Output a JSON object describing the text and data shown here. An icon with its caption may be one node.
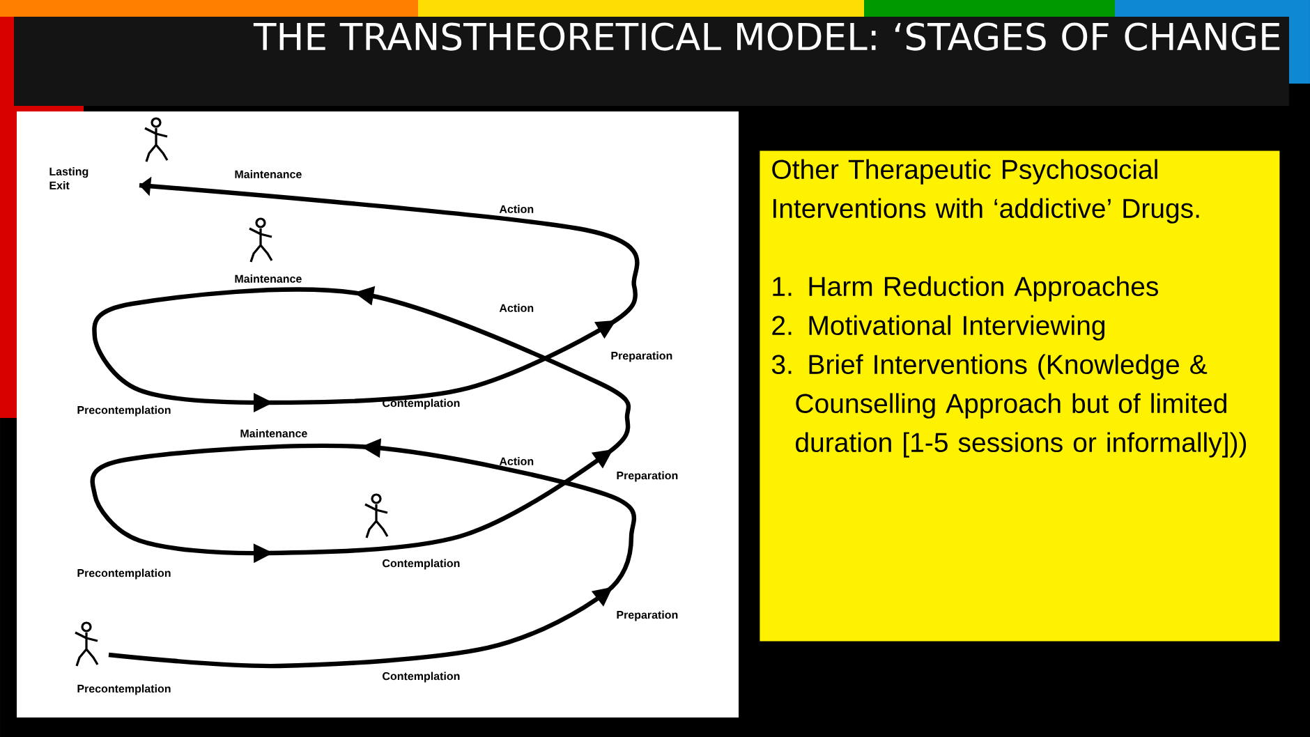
{
  "diagram": {
    "title": "THE TRANSTHEORETICAL MODEL: ‘STAGES OF CHANGE",
    "nodes": [
      {
        "text": [
          "Other Therapeutic Psychosocial Interventions with ‘addictive’ Drugs.",
          "1. Harm Reduction Approaches",
          "2. Motivational Interviewing",
          "3. Brief Interventions (Knowledge & Counselling Approach but of limited duration [1-5 sessions or informally]))"
        ]
      }
    ],
    "labels": [
      "Lasting Exit",
      "Maintenance",
      "Action",
      "Maintenance",
      "Action",
      "Preparation",
      "Precontemplation",
      "Contemplation",
      "Maintenance",
      "Action",
      "Preparation",
      "Precontemplation",
      "Contemplation",
      "Preparation",
      "Precontemplation",
      "Contemplation"
    ]
  }
}
